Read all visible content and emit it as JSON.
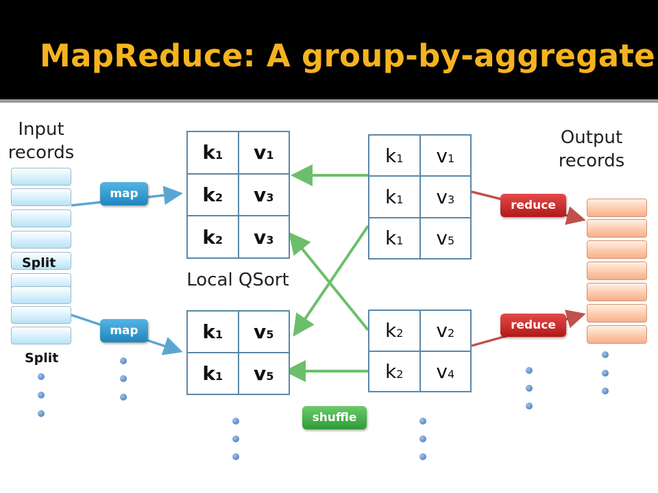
{
  "title": "MapReduce: A group-by-aggregate",
  "labels": {
    "input_line1": "Input",
    "input_line2": "records",
    "output_line1": "Output",
    "output_line2": "records",
    "split_1": "Split",
    "split_2": "Split",
    "local_qsort": "Local QSort"
  },
  "buttons": {
    "map_1": "map",
    "map_2": "map",
    "reduce_1": "reduce",
    "reduce_2": "reduce",
    "shuffle": "shuffle"
  },
  "tables": {
    "sorted_top": {
      "rows": [
        [
          "k",
          "1",
          "v",
          "1"
        ],
        [
          "k",
          "2",
          "v",
          "3"
        ],
        [
          "k",
          "2",
          "v",
          "3"
        ]
      ]
    },
    "sorted_bottom": {
      "rows": [
        [
          "k",
          "1",
          "v",
          "5"
        ],
        [
          "k",
          "1",
          "v",
          "5"
        ]
      ]
    },
    "group_k1": {
      "rows": [
        [
          "k",
          "1",
          "v",
          "1"
        ],
        [
          "k",
          "1",
          "v",
          "3"
        ],
        [
          "k",
          "1",
          "v",
          "5"
        ]
      ]
    },
    "group_k2": {
      "rows": [
        [
          "k",
          "2",
          "v",
          "2"
        ],
        [
          "k",
          "2",
          "v",
          "4"
        ]
      ]
    }
  },
  "colors": {
    "title": "#f5b320",
    "map": "#1e86bd",
    "reduce": "#b41818",
    "shuffle": "#2f9b35",
    "arrow_green": "#6cbf6a",
    "arrow_red": "#c0504d",
    "arrow_blue": "#5aa6d2"
  }
}
